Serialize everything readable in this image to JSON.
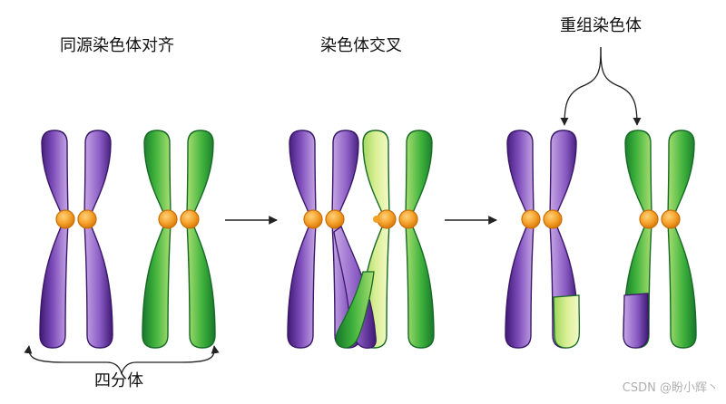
{
  "labels": {
    "stage1_title": "同源染色体对齐",
    "stage2_title": "染色体交叉",
    "stage3_title": "重组染色体",
    "tetrad_label": "四分体"
  },
  "watermark": "CSDN @盼小辉丶",
  "colors": {
    "purple_dark": "#4a1f86",
    "purple_mid": "#8a5cc4",
    "purple_light": "#d2b8ec",
    "green_dark": "#1c8a2a",
    "green_mid": "#46b83a",
    "green_light": "#e6f3a6",
    "centromere": "#f4a12a",
    "centromere_edge": "#d47a10",
    "arrow": "#222222"
  }
}
